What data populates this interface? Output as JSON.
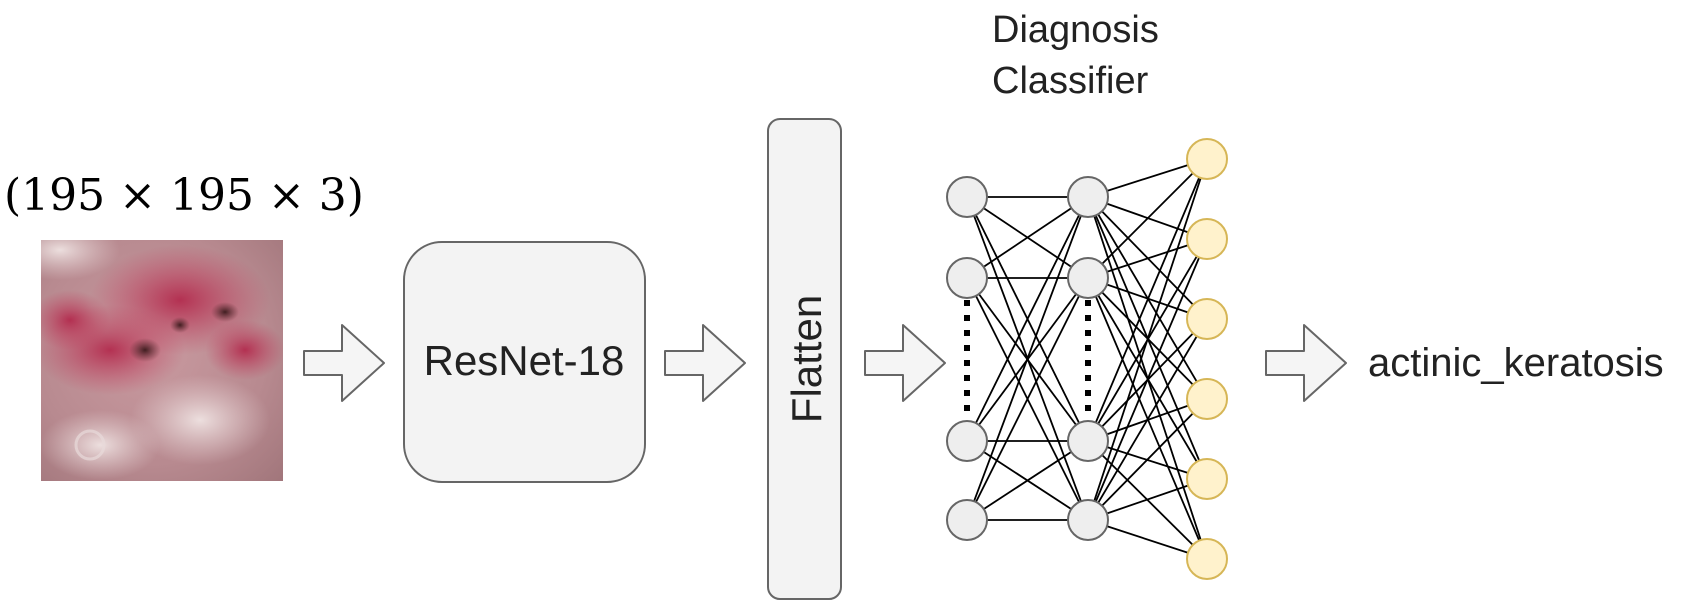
{
  "input": {
    "dimension_label": "(195 × 195 × 3)",
    "image_kind": "skin-lesion-photo"
  },
  "blocks": {
    "backbone": "ResNet-18",
    "flatten": "Flatten"
  },
  "classifier": {
    "title_line1": "Diagnosis",
    "title_line2": "Classifier",
    "layers": [
      {
        "role": "input-layer",
        "shown_nodes": 4,
        "ellipsis": true
      },
      {
        "role": "hidden-layer",
        "shown_nodes": 4,
        "ellipsis": true
      },
      {
        "role": "output-layer",
        "shown_nodes": 6,
        "ellipsis": false
      }
    ]
  },
  "output": {
    "label": "actinic_keratosis"
  },
  "colors": {
    "block_fill": "#f3f3f3",
    "block_stroke": "#666666",
    "node_fill": "#eeeeee",
    "node_stroke": "#666666",
    "output_node_fill": "#fff2cc",
    "output_node_stroke": "#d6b656",
    "edge": "#000000"
  }
}
